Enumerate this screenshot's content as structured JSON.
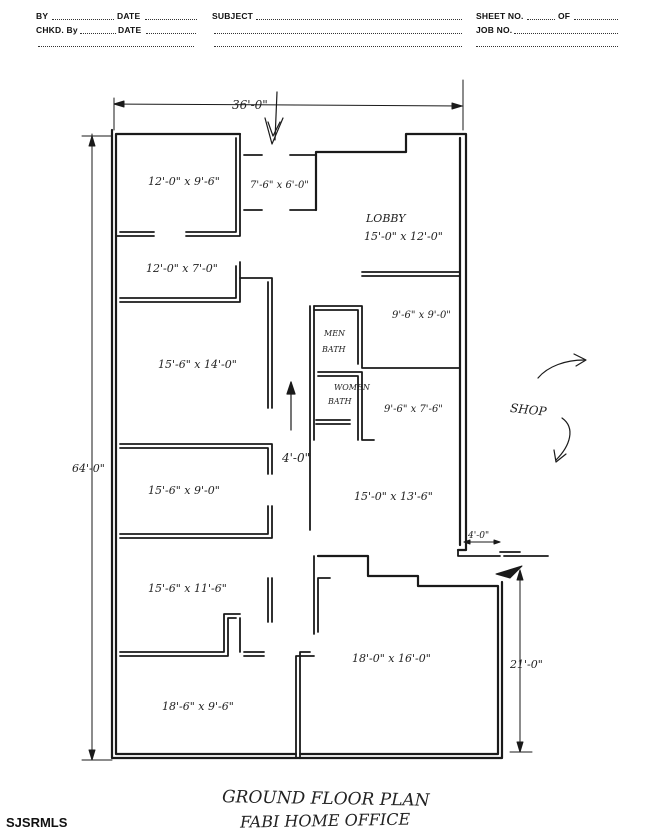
{
  "header": {
    "by": "BY",
    "date1": "DATE",
    "subject": "SUBJECT",
    "sheet_no": "SHEET NO.",
    "of": "OF",
    "chkd_by": "CHKD. By",
    "date2": "DATE",
    "job_no": "JOB NO."
  },
  "dimensions": {
    "overall_width": "36'-0\"",
    "overall_length": "64'-0\"",
    "rear_length": "21'-0\"",
    "hall_width": "4'-0\"",
    "offset": "4'-0\""
  },
  "rooms": {
    "r1": "12'-0\" x 9'-6\"",
    "r2": "7'-6\" x 6'-0\"",
    "lobby_label": "LOBBY",
    "lobby_dim": "15'-0\" x 12'-0\"",
    "r3": "12'-0\" x 7'-0\"",
    "r4": "9'-6\" x 9'-0\"",
    "men_bath_1": "MEN",
    "men_bath_2": "BATH",
    "r5": "15'-6\" x 14'-0\"",
    "women_bath_1": "WOMEN",
    "women_bath_2": "BATH",
    "r6": "9'-6\" x 7'-6\"",
    "r7": "15'-6\" x 9'-0\"",
    "r8": "15'-0\" x 13'-6\"",
    "r9": "15'-6\" x 11'-6\"",
    "r10": "18'-0\" x 16'-0\"",
    "r11": "18'-6\" x 9'-6\""
  },
  "shop_label": "SHOP",
  "title": {
    "line1": "GROUND FLOOR PLAN",
    "line2": "FABI HOME OFFICE"
  },
  "watermark": "SJSRMLS"
}
